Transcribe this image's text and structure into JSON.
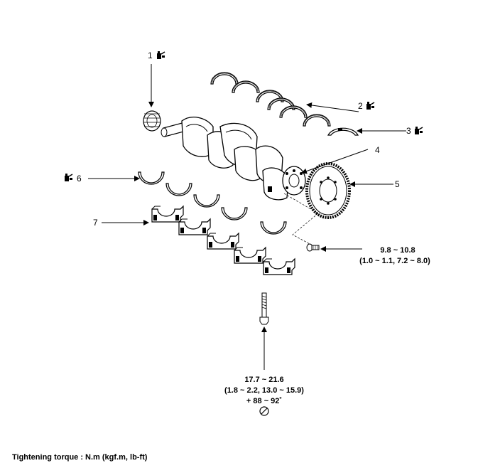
{
  "callouts": [
    {
      "number": "1",
      "icon": "oil-can-icon"
    },
    {
      "number": "2",
      "icon": "oil-can-icon"
    },
    {
      "number": "3",
      "icon": "oil-can-icon"
    },
    {
      "number": "4"
    },
    {
      "number": "5"
    },
    {
      "number": "6",
      "icon": "oil-can-icon"
    },
    {
      "number": "7"
    }
  ],
  "torque_flywheel": {
    "line1": "9.8 ~ 10.8",
    "line2": "(1.0 ~ 1.1, 7.2 ~ 8.0)"
  },
  "torque_cap_bolt": {
    "line1": "17.7 ~ 21.6",
    "line2": "(1.8 ~ 2.2, 13.0 ~ 15.9)",
    "line3": "+ 88 ~ 92˚",
    "reuse_icon": "do-not-reuse-icon"
  },
  "footer": {
    "text": "Tightening torque : N.m (kgf.m, lb-ft)"
  }
}
